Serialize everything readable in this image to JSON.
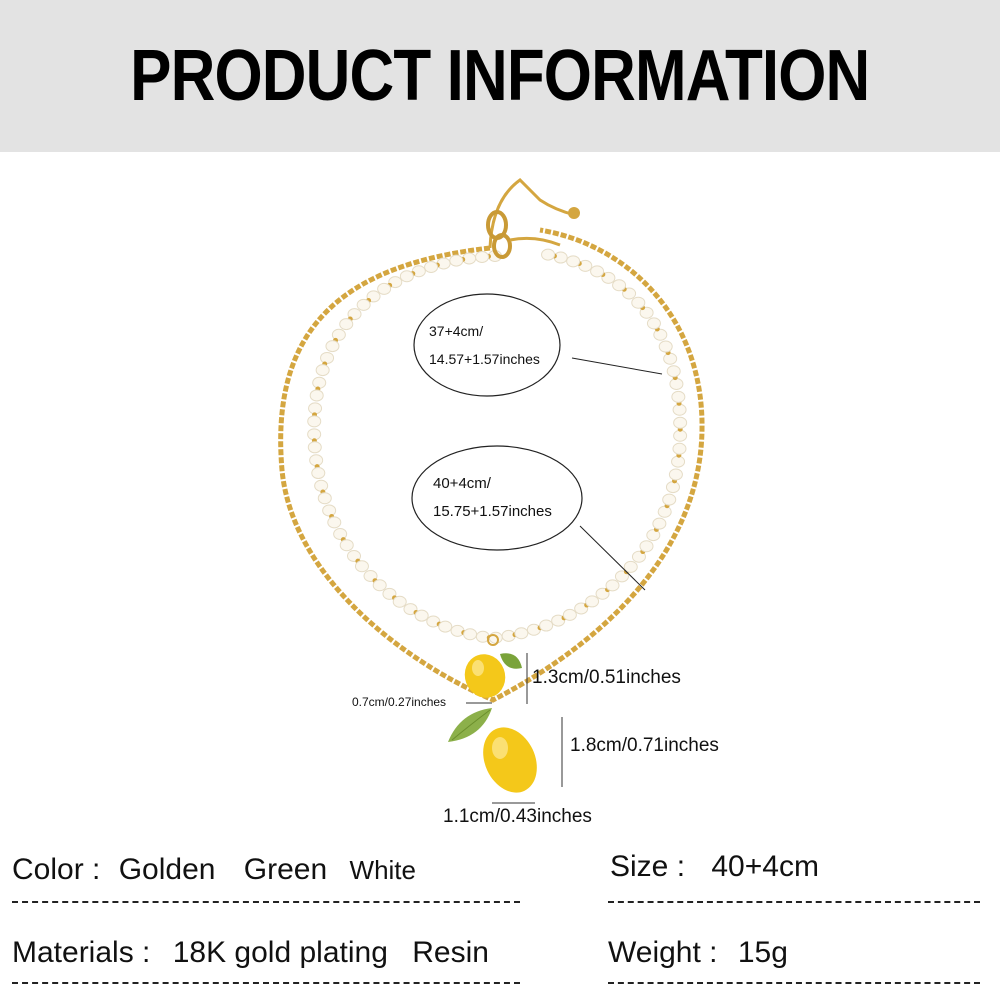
{
  "header": {
    "title": "PRODUCT INFORMATION"
  },
  "measurements": {
    "necklace_1": {
      "line1": "37+4cm/",
      "line2": "14.57+1.57inches"
    },
    "necklace_2": {
      "line1": "40+4cm/",
      "line2": "15.75+1.57inches"
    },
    "pendant_1_height": "1.3cm/0.51inches",
    "pendant_1_width": "0.7cm/0.27inches",
    "pendant_2_height": "1.8cm/0.71inches",
    "pendant_2_width": "1.1cm/0.43inches"
  },
  "specs": {
    "color": {
      "label": "Color :",
      "values": [
        "Golden",
        "Green",
        "White"
      ]
    },
    "size": {
      "label": "Size :",
      "value": "40+4cm"
    },
    "materials": {
      "label": "Materials :",
      "values": [
        "18K gold plating",
        "Resin"
      ]
    },
    "weight": {
      "label": "Weight :",
      "value": "15g"
    }
  },
  "colors": {
    "header_bg": "#e3e3e3",
    "gold": "#d4a640",
    "pearl": "#fbf7ee",
    "lemon": "#f4c81a",
    "leaf": "#7aa33a"
  }
}
